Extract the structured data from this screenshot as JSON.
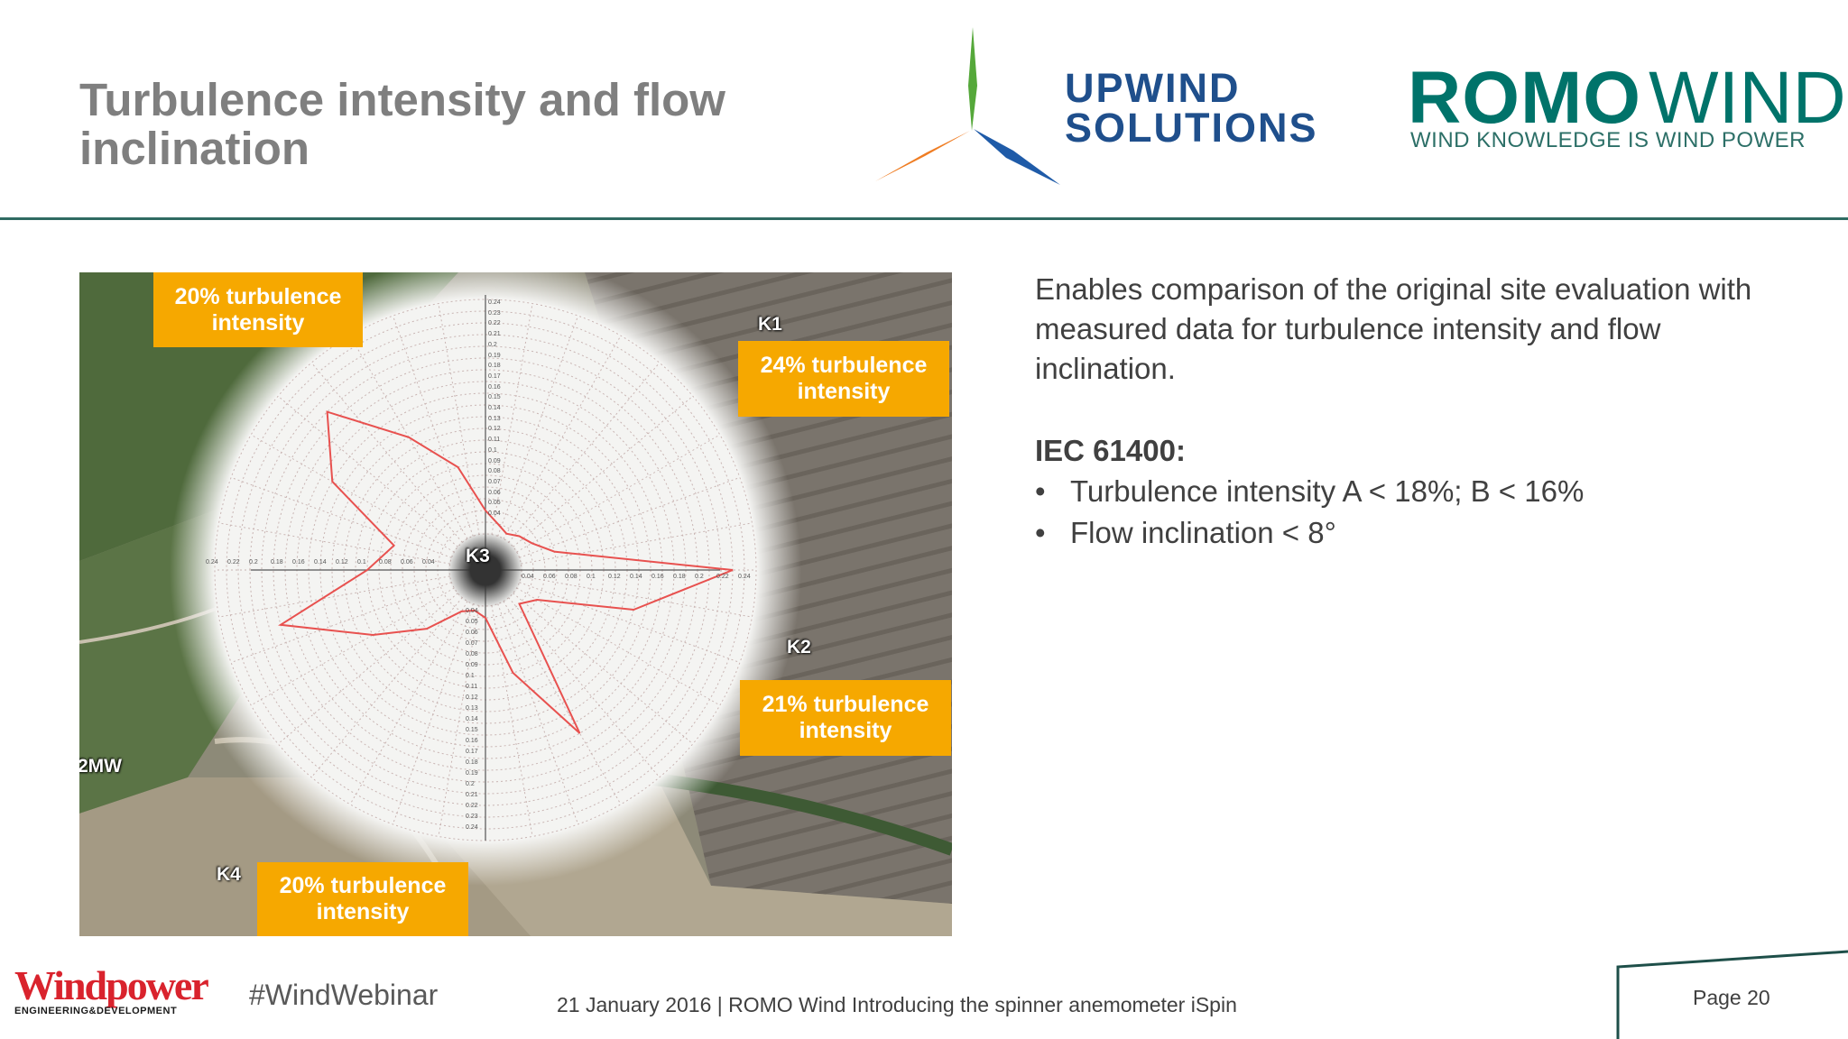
{
  "slide": {
    "title": "Turbulence intensity and flow inclination"
  },
  "logos": {
    "upwind_line1": "UPWIND",
    "upwind_line2": "SOLUTIONS",
    "romo_bold": "ROMO",
    "romo_light": "WIND",
    "romo_tagline": "WIND KNOWLEDGE IS WIND POWER",
    "colors": {
      "blade_green": "#55a83a",
      "blade_orange": "#ef7d23",
      "blade_blue": "#1f5ba8",
      "romo_teal": "#00736a"
    }
  },
  "map": {
    "turbines": {
      "k1": "K1",
      "k2": "K2",
      "k3": "K3",
      "k4": "K4",
      "side": "2MW"
    },
    "callouts": {
      "k1": "24% turbulence intensity",
      "k2": "21% turbulence intensity",
      "k4": "20% turbulence intensity",
      "topleft": "20% turbulence intensity"
    },
    "accent_color": "#f6a800",
    "rose": {
      "ticks_top": [
        "0.24",
        "0.23",
        "0.22",
        "0.21",
        "0.2",
        "0.19",
        "0.18",
        "0.17",
        "0.16",
        "0.15",
        "0.14",
        "0.13",
        "0.12",
        "0.11",
        "0.1",
        "0.09",
        "0.08",
        "0.07",
        "0.06",
        "0.05",
        "0.04"
      ],
      "ticks_bottom": [
        "0.04",
        "0.05",
        "0.06",
        "0.07",
        "0.08",
        "0.09",
        "0.1",
        "0.11",
        "0.12",
        "0.13",
        "0.14",
        "0.15",
        "0.16",
        "0.17",
        "0.18",
        "0.19",
        "0.2",
        "0.21",
        "0.22",
        "0.23",
        "0.24"
      ],
      "ticks_left": [
        "0.24",
        "0.22",
        "0.2",
        "0.18",
        "0.16",
        "0.14",
        "0.12",
        "0.1",
        "0.08",
        "0.06",
        "0.04"
      ],
      "ticks_right": [
        "0.04",
        "0.06",
        "0.08",
        "0.1",
        "0.12",
        "0.14",
        "0.16",
        "0.18",
        "0.2",
        "0.22",
        "0.24"
      ],
      "series_color": "#e8514f",
      "turbulence_profile": [
        0.06,
        0.05,
        0.045,
        0.05,
        0.055,
        0.07,
        0.22,
        0.14,
        0.06,
        0.05,
        0.17,
        0.1,
        0.05,
        0.045,
        0.05,
        0.08,
        0.12,
        0.19,
        0.11,
        0.09,
        0.16,
        0.2,
        0.14,
        0.1
      ]
    }
  },
  "body": {
    "intro": "Enables comparison of the original site evaluation with measured data for turbulence intensity and flow inclination.",
    "standard_title": "IEC 61400:",
    "bullet_char": "•",
    "bullets": [
      "Turbulence intensity A < 18%; B < 16%",
      "Flow inclination < 8°"
    ]
  },
  "footer": {
    "brand_name": "Windpower",
    "brand_sub": "ENGINEERING&DEVELOPMENT",
    "hashtag": "#WindWebinar",
    "note": "21 January 2016 | ROMO Wind Introducing the spinner anemometer iSpin",
    "page_label": "Page 20"
  }
}
